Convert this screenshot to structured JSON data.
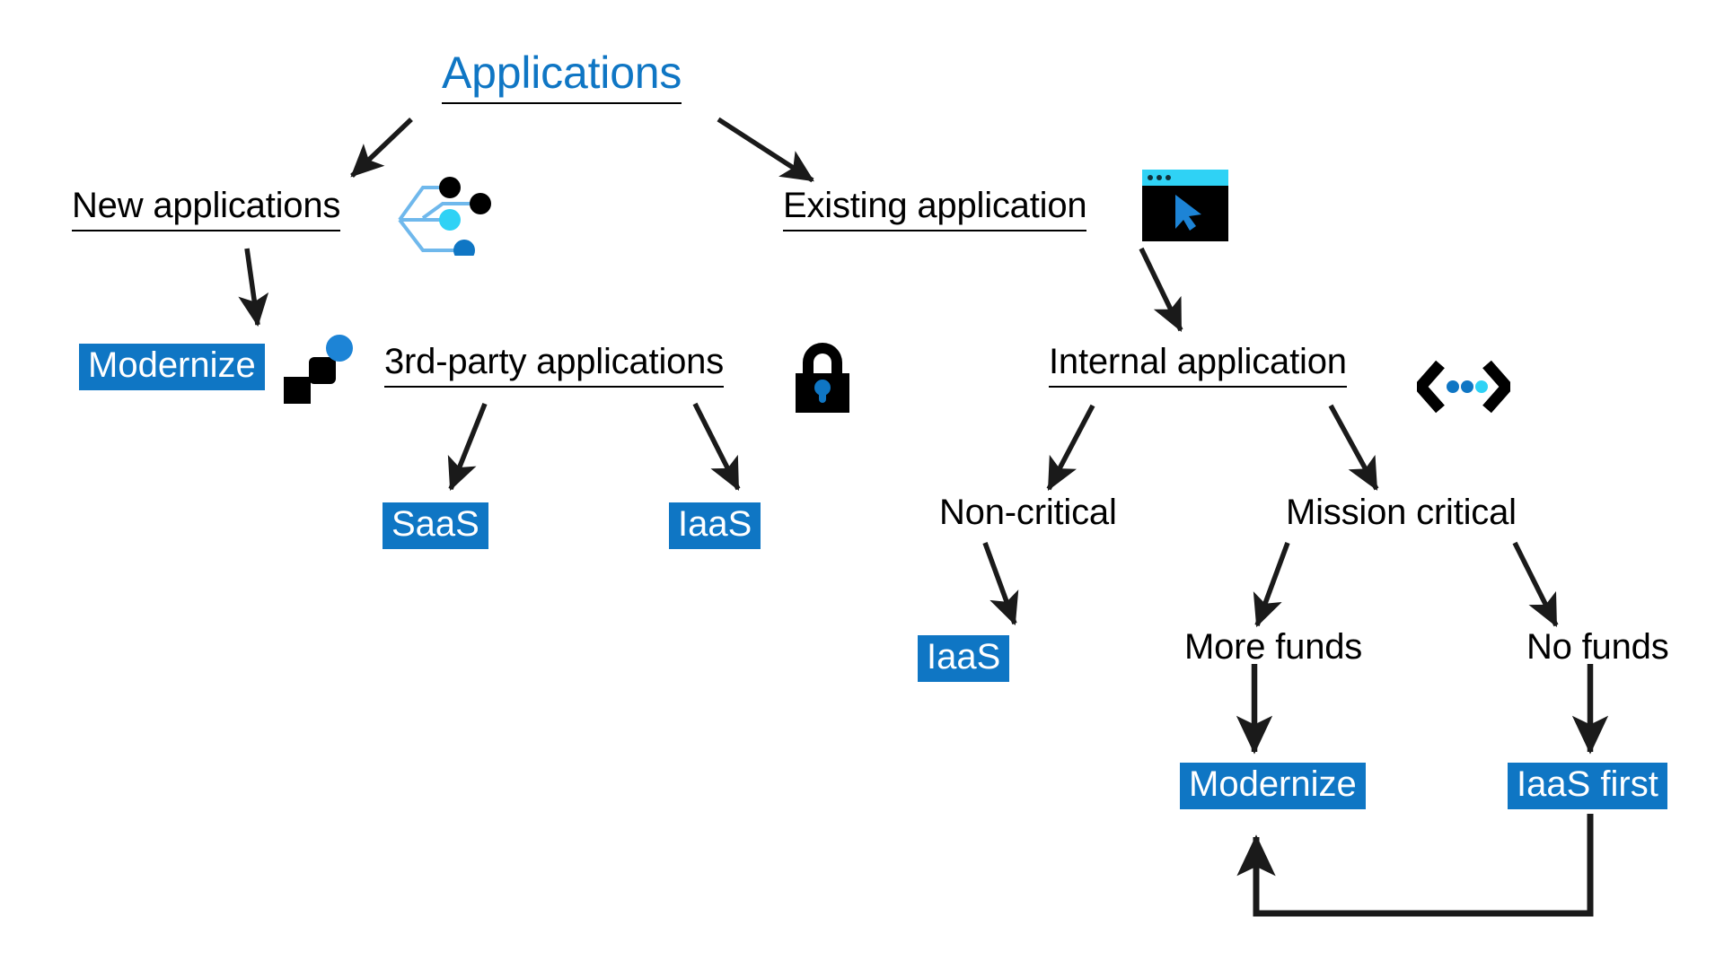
{
  "diagram": {
    "type": "decision-tree",
    "title": "Applications",
    "accent_color": "#0f76c4",
    "cyan_color": "#2fd2f5",
    "line_color": "#1a1a1a",
    "background": "#ffffff",
    "nodes": {
      "root": {
        "label": "Applications",
        "style": "title-underlined",
        "color": "#0f76c4"
      },
      "new_apps": {
        "label": "New applications",
        "style": "underlined",
        "icon": "branch-nodes-icon"
      },
      "existing_app": {
        "label": "Existing application",
        "style": "underlined",
        "icon": "app-window-cursor-icon"
      },
      "modernize_left": {
        "label": "Modernize",
        "style": "chip",
        "icon": "blocks-ascending-icon"
      },
      "third_party": {
        "label": "3rd-party applications",
        "style": "underlined",
        "icon": "padlock-icon"
      },
      "internal_app": {
        "label": "Internal application",
        "style": "underlined",
        "icon": "code-brackets-icon"
      },
      "saas": {
        "label": "SaaS",
        "style": "chip"
      },
      "iaas_third_party": {
        "label": "IaaS",
        "style": "chip"
      },
      "non_critical": {
        "label": "Non-critical",
        "style": "plain"
      },
      "mission_critical": {
        "label": "Mission critical",
        "style": "plain"
      },
      "iaas_non_critical": {
        "label": "IaaS",
        "style": "chip"
      },
      "more_funds": {
        "label": "More funds",
        "style": "plain"
      },
      "no_funds": {
        "label": "No funds",
        "style": "plain"
      },
      "modernize_bottom": {
        "label": "Modernize",
        "style": "chip"
      },
      "iaas_first": {
        "label": "IaaS first",
        "style": "chip"
      }
    },
    "edges": [
      {
        "from": "root",
        "to": "new_apps",
        "kind": "arrow"
      },
      {
        "from": "root",
        "to": "existing_app",
        "kind": "arrow"
      },
      {
        "from": "new_apps",
        "to": "modernize_left",
        "kind": "arrow"
      },
      {
        "from": "existing_app",
        "to": "internal_app",
        "kind": "arrow"
      },
      {
        "from": "third_party",
        "to": "saas",
        "kind": "arrow"
      },
      {
        "from": "third_party",
        "to": "iaas_third_party",
        "kind": "arrow"
      },
      {
        "from": "internal_app",
        "to": "non_critical",
        "kind": "arrow"
      },
      {
        "from": "internal_app",
        "to": "mission_critical",
        "kind": "arrow"
      },
      {
        "from": "non_critical",
        "to": "iaas_non_critical",
        "kind": "arrow"
      },
      {
        "from": "mission_critical",
        "to": "more_funds",
        "kind": "arrow"
      },
      {
        "from": "mission_critical",
        "to": "no_funds",
        "kind": "arrow"
      },
      {
        "from": "more_funds",
        "to": "modernize_bottom",
        "kind": "arrow"
      },
      {
        "from": "no_funds",
        "to": "iaas_first",
        "kind": "arrow"
      },
      {
        "from": "iaas_first",
        "to": "modernize_bottom",
        "kind": "feedback-loop"
      }
    ],
    "icons": {
      "branch_nodes": {
        "name": "branch-nodes-icon",
        "dots": [
          "#000000",
          "#000000",
          "#2fd2f5",
          "#0f76c4"
        ]
      },
      "app_window": {
        "name": "app-window-cursor-icon",
        "titlebar": "#2fd2f5",
        "body": "#000000",
        "cursor": "#0f76c4"
      },
      "blocks_ascending": {
        "name": "blocks-ascending-icon",
        "squares": [
          "#000000",
          "#000000"
        ],
        "circle": "#0f76c4"
      },
      "padlock": {
        "name": "padlock-icon",
        "body": "#000000",
        "keyhole": "#0f76c4"
      },
      "code_brackets": {
        "name": "code-brackets-icon",
        "brackets": "#000000",
        "dots": [
          "#0f76c4",
          "#0f76c4",
          "#2fd2f5"
        ]
      }
    }
  }
}
